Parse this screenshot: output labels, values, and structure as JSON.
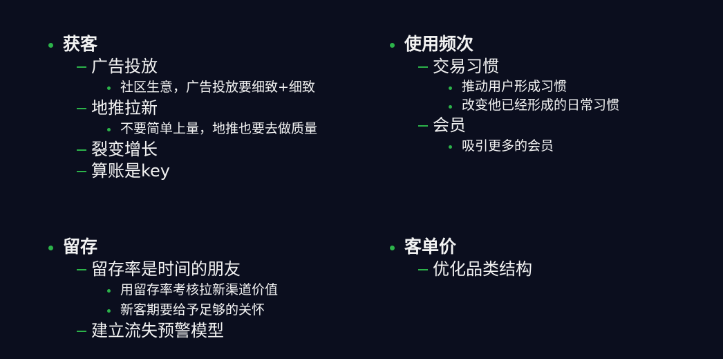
{
  "colors": {
    "background": "#0b0e1e",
    "text": "#f2f2f2",
    "bullet": "#2cb34a"
  },
  "sections": [
    {
      "title": "获客",
      "items": [
        {
          "label": "广告投放",
          "subitems": [
            "社区生意，广告投放要细致+细致"
          ]
        },
        {
          "label": "地推拉新",
          "subitems": [
            "不要简单上量，地推也要去做质量"
          ]
        },
        {
          "label": "裂变增长",
          "subitems": []
        },
        {
          "label": "算账是key",
          "subitems": []
        }
      ]
    },
    {
      "title": "使用频次",
      "items": [
        {
          "label": "交易习惯",
          "subitems": [
            "推动用户形成习惯",
            "改变他已经形成的日常习惯"
          ]
        },
        {
          "label": "会员",
          "subitems": [
            "吸引更多的会员"
          ]
        }
      ]
    },
    {
      "title": "留存",
      "items": [
        {
          "label": "留存率是时间的朋友",
          "subitems": [
            "用留存率考核拉新渠道价值",
            "新客期要给予足够的关怀"
          ]
        },
        {
          "label": "建立流失预警模型",
          "subitems": []
        }
      ]
    },
    {
      "title": "客单价",
      "items": [
        {
          "label": "优化品类结构",
          "subitems": []
        }
      ]
    }
  ]
}
